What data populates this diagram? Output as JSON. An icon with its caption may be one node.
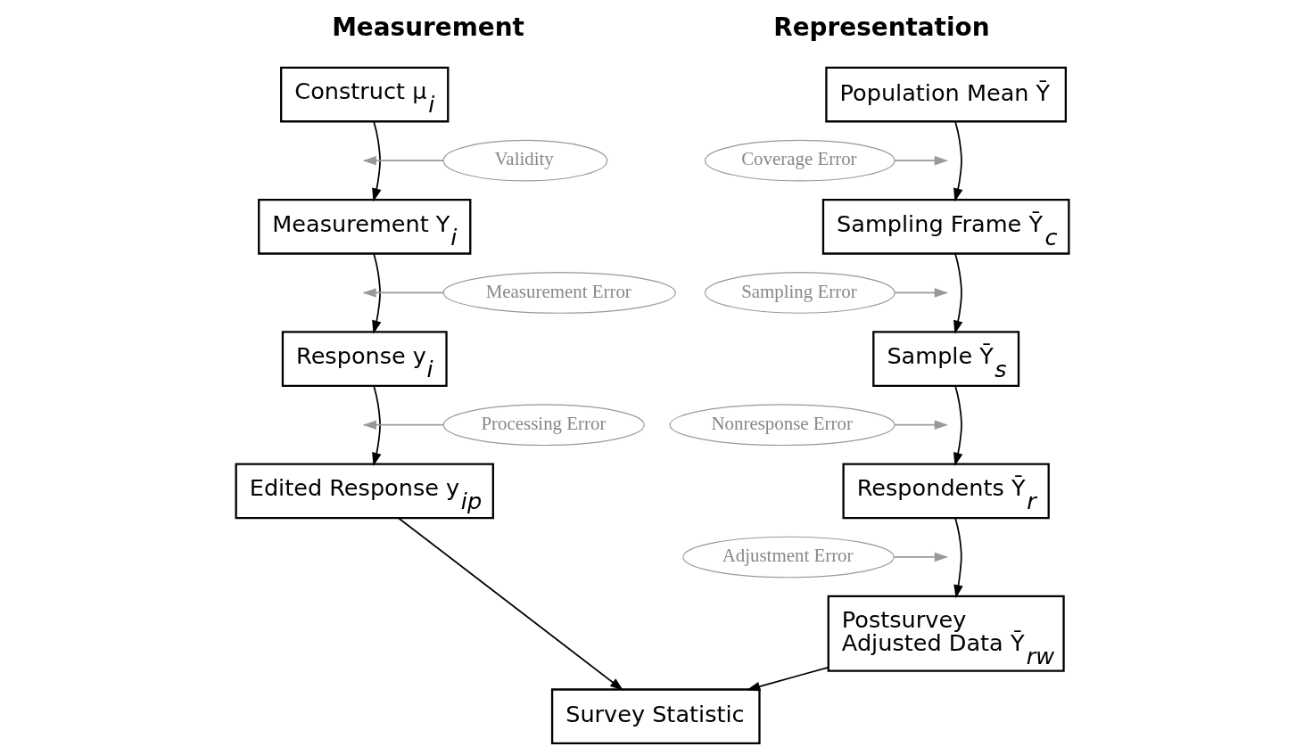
{
  "diagram": {
    "nodes": [
      {
        "text": [
          "Construct μ$_{i}$"
        ]
      },
      {
        "text": [
          "Validity"
        ]
      },
      {
        "text": [
          "Measurement Y$_{i}$"
        ]
      },
      {
        "text": [
          "Measurement Error"
        ]
      },
      {
        "text": [
          "Response y$_{i}$"
        ]
      },
      {
        "text": [
          "Processing Error"
        ]
      },
      {
        "text": [
          "Edited Response y$_{ip}$"
        ]
      },
      {
        "text": [
          "Population Mean Ȳ"
        ]
      },
      {
        "text": [
          "Coverage Error"
        ]
      },
      {
        "text": [
          "Sampling Frame Ȳ$_{c}$"
        ]
      },
      {
        "text": [
          "Sampling Error"
        ]
      },
      {
        "text": [
          "Sample Ȳ$_{s}$"
        ]
      },
      {
        "text": [
          "Nonresponse Error"
        ]
      },
      {
        "text": [
          "Respondents Ȳ$_{r}$"
        ]
      },
      {
        "text": [
          "Adjustment Error"
        ]
      },
      {
        "text": [
          "Postsurvey Adjusted Data Ȳ$_{rw}$"
        ]
      },
      {
        "text": [
          "Survey Statistic"
        ]
      }
    ],
    "edges": [
      {
        "from": 0,
        "to": 2,
        "arrow": "to"
      },
      {
        "from": 2,
        "to": 4,
        "arrow": "to"
      },
      {
        "from": 4,
        "to": 6,
        "arrow": "to"
      },
      {
        "from": 7,
        "to": 9,
        "arrow": "to"
      },
      {
        "from": 9,
        "to": 11,
        "arrow": "to"
      },
      {
        "from": 11,
        "to": 13,
        "arrow": "to"
      },
      {
        "from": 13,
        "to": 15,
        "arrow": "to"
      },
      {
        "from": 6,
        "to": 16,
        "arrow": "to"
      },
      {
        "from": 15,
        "to": 16,
        "arrow": "to"
      },
      {
        "from": 1,
        "to": null,
        "arrow": "to",
        "color": "#999999"
      },
      {
        "from": 3,
        "to": null,
        "arrow": "to",
        "color": "#999999"
      },
      {
        "from": 5,
        "to": null,
        "arrow": "to",
        "color": "#999999"
      },
      {
        "from": 8,
        "to": null,
        "arrow": "to",
        "color": "#999999"
      },
      {
        "from": 10,
        "to": null,
        "arrow": "to",
        "color": "#999999"
      },
      {
        "from": 12,
        "to": null,
        "arrow": "to",
        "color": "#999999"
      },
      {
        "from": 14,
        "to": null,
        "arrow": "to",
        "color": "#999999"
      }
    ],
    "labels": [
      "Measurement",
      "Representation"
    ]
  }
}
